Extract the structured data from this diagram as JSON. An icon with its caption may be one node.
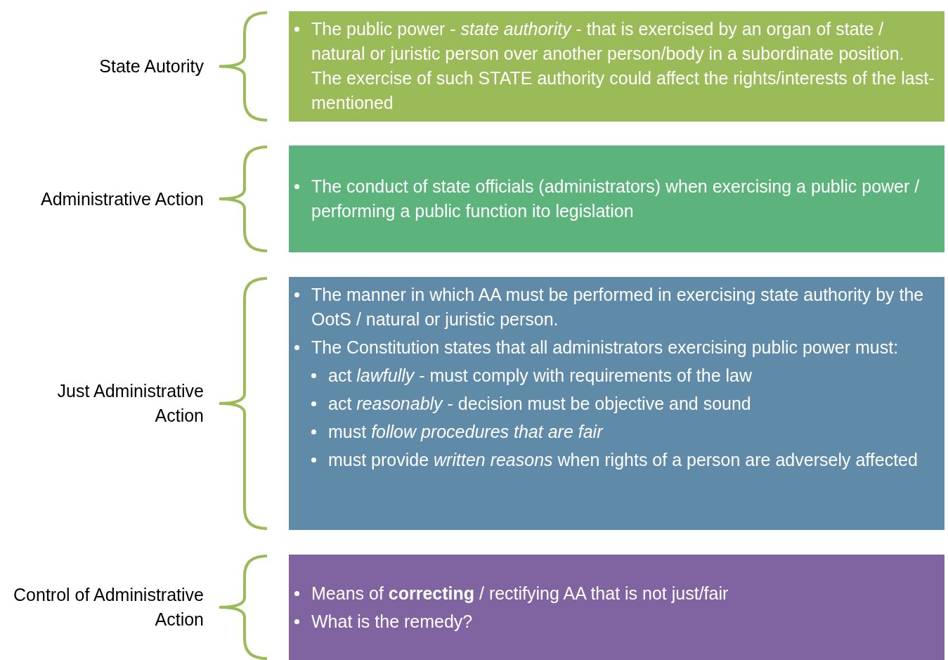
{
  "diagram": {
    "nodes": [
      {
        "text": [
          "The public power - *state authority* - that is exercised by an organ of state / natural or juristic person over another person/body in a subordinate position. The exercise of such STATE authority could affect the rights/interests of the last-mentioned"
        ]
      },
      {
        "text": [
          "The conduct of state officials (administrators) when exercising a public power / performing a public function ito legislation"
        ]
      },
      {
        "text": [
          "The manner in which AA must be performed in exercising state authority by the OotS / natural or juristic person.",
          "The Constitution states that all administrators exercising public power must:",
          "act *lawfully* - must comply with requirements of the law",
          "act *reasonably* - decision must be objective and sound",
          "must *follow procedures that are fair*",
          "must provide *written reasons* when rights of a person are adversely affected"
        ]
      },
      {
        "text": [
          "Means of **correcting** / rectifying AA that is not just/fair",
          "What is the remedy?"
        ]
      }
    ],
    "labels": [
      "State Autority",
      "Administrative Action",
      "Just Administrative Action",
      "Control of Administrative Action"
    ]
  }
}
